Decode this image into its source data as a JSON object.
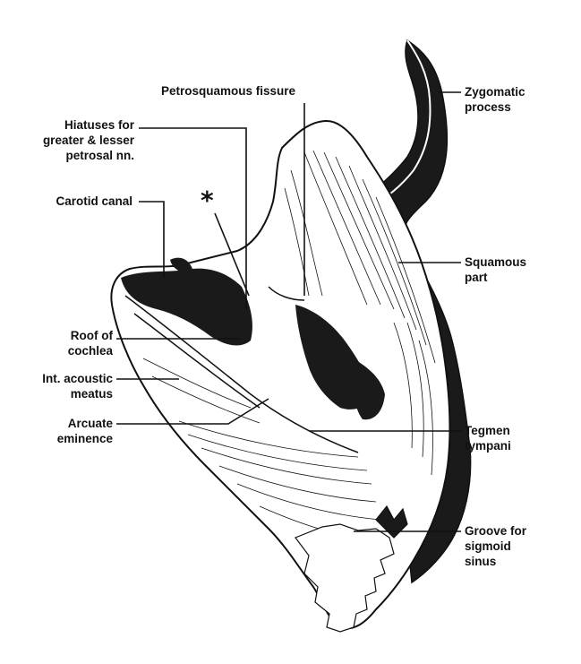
{
  "labels": {
    "petrosquamous_fissure": "Petrosquamous fissure",
    "hiatuses": "Hiatuses for\ngreater & lesser\npetrosal nn.",
    "carotid_canal": "Carotid canal",
    "roof_of_cochlea": "Roof of\ncochlea",
    "int_acoustic_meatus": "Int. acoustic\nmeatus",
    "arcuate_eminence": "Arcuate\neminence",
    "zygomatic_process": "Zygomatic\nprocess",
    "squamous_part": "Squamous\npart",
    "tegmen_tympani": "Tegmen\ntympani",
    "groove_sigmoid_sinus": "Groove for\nsigmoid\nsinus",
    "asterisk": "*"
  },
  "colors": {
    "ink": "#111111",
    "paper": "#ffffff",
    "shadow": "#1a1a1a"
  }
}
